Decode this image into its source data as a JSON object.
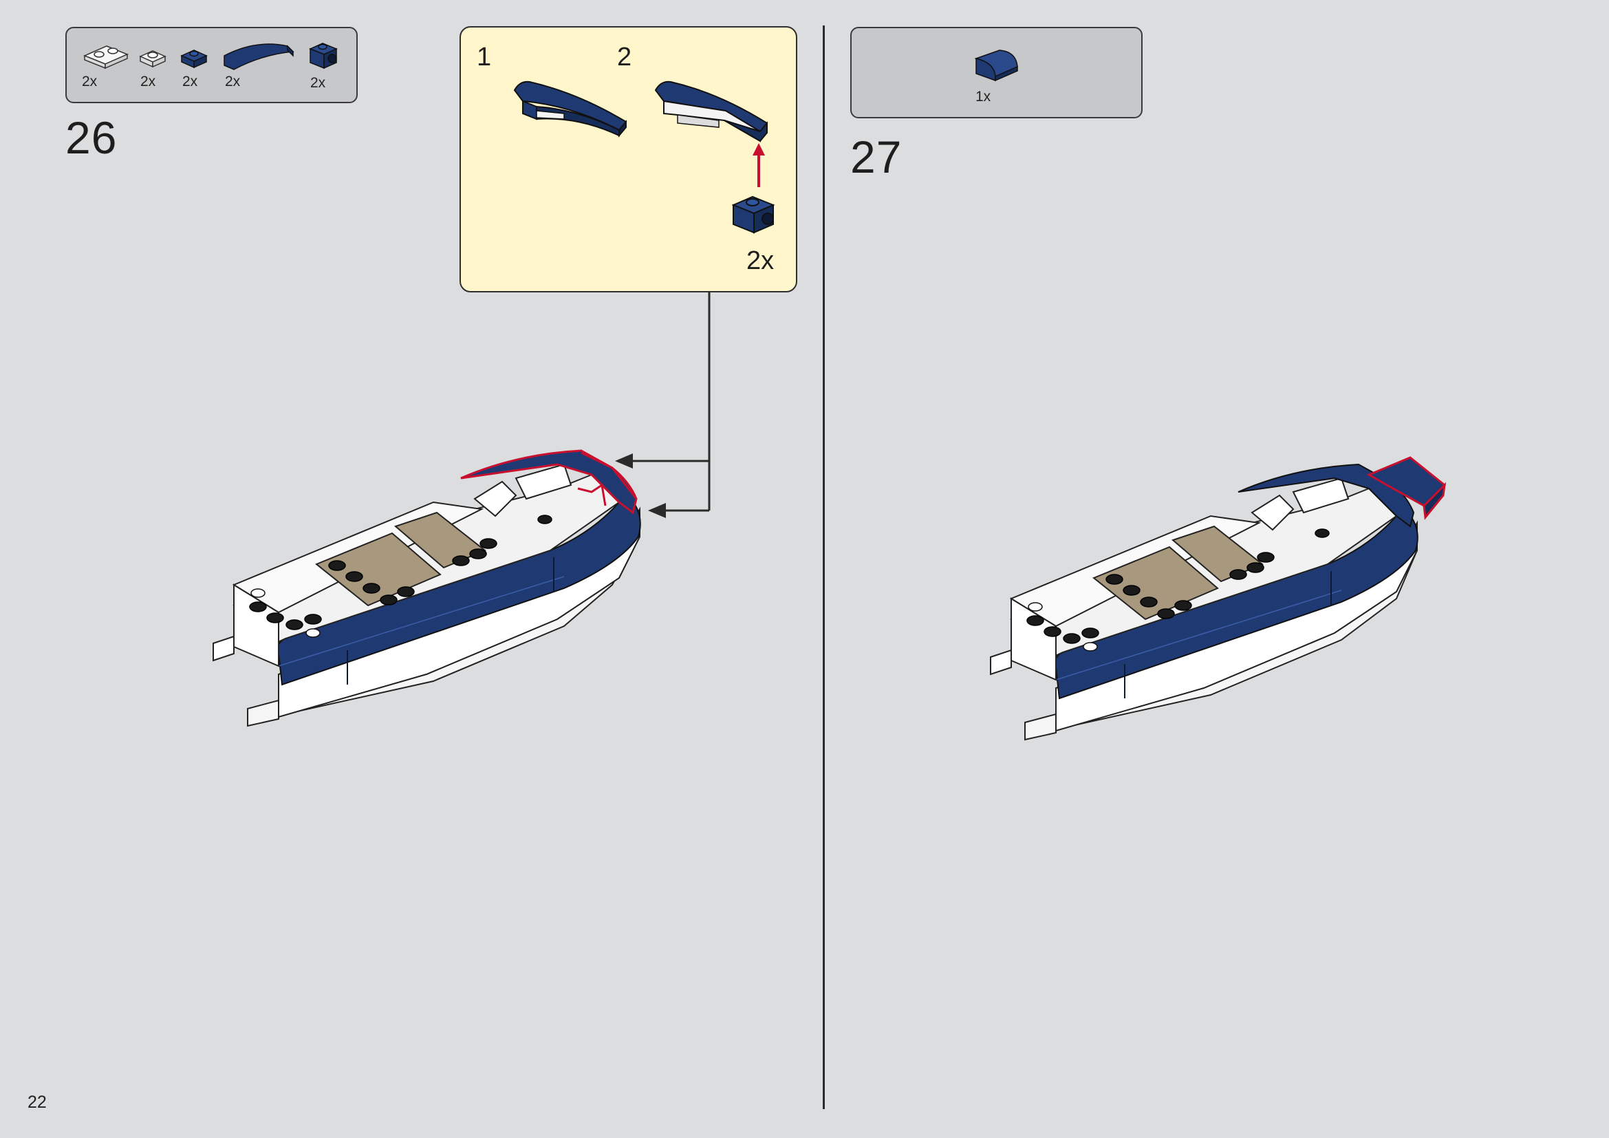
{
  "page": {
    "number": "22"
  },
  "step26": {
    "number": "26",
    "parts": [
      {
        "icon": "white-plate-1x2-icon",
        "qty": "2x"
      },
      {
        "icon": "white-plate-1x1-icon",
        "qty": "2x"
      },
      {
        "icon": "blue-bracket-1x1-icon",
        "qty": "2x"
      },
      {
        "icon": "blue-curved-slope-icon",
        "qty": "2x"
      },
      {
        "icon": "blue-brick-with-stud-side-icon",
        "qty": "2x"
      }
    ],
    "callout": {
      "sub1": "1",
      "sub2": "2",
      "multiplier": "2x"
    }
  },
  "step27": {
    "number": "27",
    "parts": [
      {
        "icon": "blue-curved-slope-1x2-icon",
        "qty": "1x"
      }
    ]
  },
  "colors": {
    "background": "#dcdddf",
    "parts_box": "#c7c8ca",
    "callout": "#fff6cc",
    "lego_blue": "#1f3a73",
    "lego_tan": "#a8997e",
    "highlight_red": "#c8102e"
  }
}
